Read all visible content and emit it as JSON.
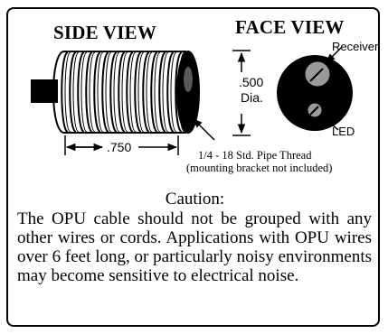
{
  "side_view": {
    "title": "SIDE VIEW",
    "length_label": ".750",
    "thread_label": "1/4 - 18 Std. Pipe Thread",
    "bracket_note": "(mounting bracket not included)"
  },
  "face_view": {
    "title": "FACE VIEW",
    "diameter_value": ".500",
    "diameter_unit": "Dia.",
    "receiver_label": "Receiver",
    "led_label": "LED"
  },
  "caution": {
    "title": "Caution:",
    "body": "The OPU cable should not be grouped with any other wires or cords. Applications with OPU wires over 6 feet long, or particularly noisy environments may become sensitive to electrical noise."
  },
  "colors": {
    "ink": "#000000",
    "lens_fill": "#9a9a9a",
    "paper": "#ffffff"
  }
}
